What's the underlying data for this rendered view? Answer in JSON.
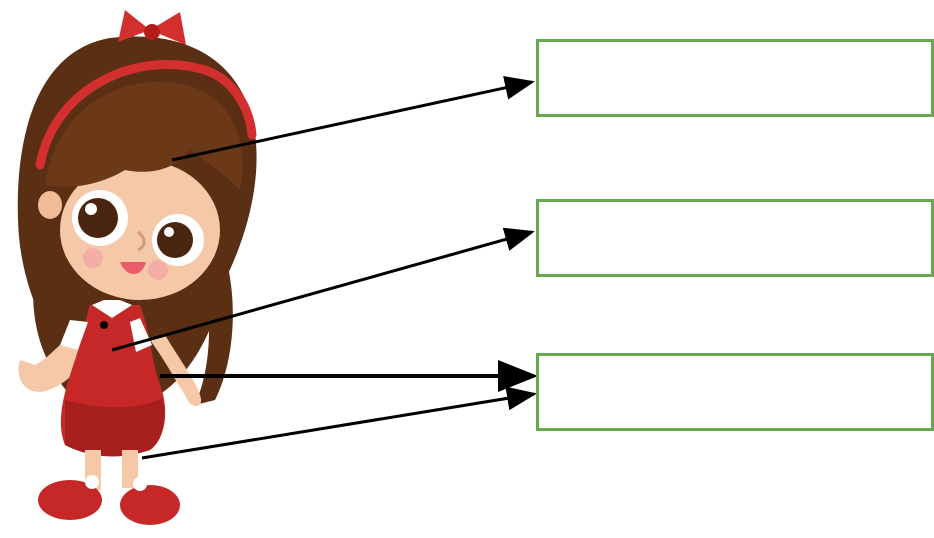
{
  "diagram": {
    "figure": "girl-in-red-dress",
    "box_color": "#6aa84f",
    "arrow_color": "#000000",
    "boxes": [
      {
        "id": "box-1",
        "label": ""
      },
      {
        "id": "box-2",
        "label": ""
      },
      {
        "id": "box-3",
        "label": ""
      }
    ],
    "arrows": [
      {
        "name": "arrow-hair",
        "from_part": "hair",
        "to_box": "box-1"
      },
      {
        "name": "arrow-dress",
        "from_part": "dress",
        "to_box": "box-2"
      },
      {
        "name": "arrow-hand",
        "from_part": "hand",
        "to_box": "box-3"
      },
      {
        "name": "arrow-leg",
        "from_part": "leg",
        "to_box": "box-3"
      }
    ]
  }
}
